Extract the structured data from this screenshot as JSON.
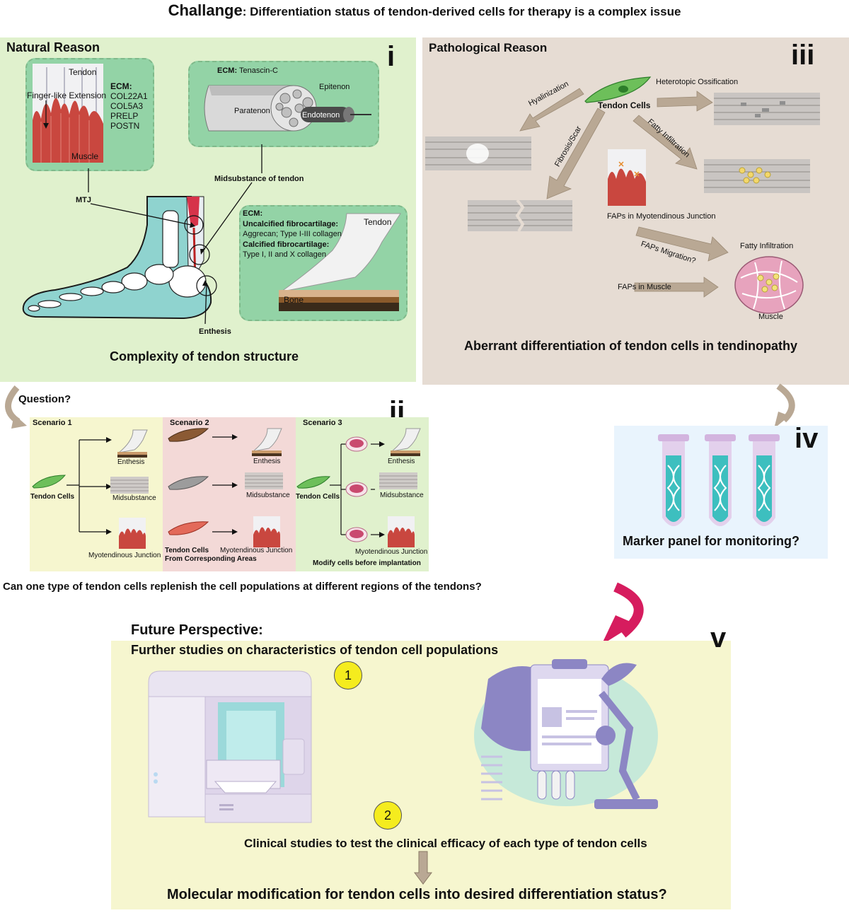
{
  "header": {
    "title_bold": "Challange",
    "title_rest": ": Differentiation status of tendon-derived cells for therapy is a complex issue"
  },
  "panel_i": {
    "roman": "i",
    "title": "Natural Reason",
    "inset1": {
      "tendon": "Tendon",
      "finger": "Finger-like Extension",
      "muscle": "Muscle",
      "ecm_head": "ECM:",
      "ecm_items": [
        "COL22A1",
        "COL5A3",
        "PRELP",
        "POSTN"
      ]
    },
    "inset2": {
      "ecm_head": "ECM:",
      "ecm_value": " Tenascin-C",
      "epitenon": "Epitenon",
      "paratenon": "Paratenon",
      "endotenon": "Endotenon"
    },
    "inset3": {
      "ecm_head": "ECM:",
      "uncalc": "Uncalcified fibrocartilage:",
      "uncalc_v": "Aggrecan; Type I-III collagen",
      "calc": "Calcified fibrocartilage:",
      "calc_v": "Type I, II and X collagen",
      "tendon": "Tendon",
      "bone": "Bone"
    },
    "mtj": "MTJ",
    "midsubstance": "Midsubstance of tendon",
    "enthesis": "Enthesis",
    "caption": "Complexity of tendon structure"
  },
  "panel_iii": {
    "roman": "iii",
    "title": "Pathological Reason",
    "tendon_cells": "Tendon Cells",
    "hetero": "Heterotopic Ossification",
    "hyal": "Hyalinization",
    "fibrosis": "Fibrosis/Scar",
    "fatty": "Fatty Infiltration",
    "faps_mtj": "FAPs in Myotendinous Junction",
    "faps_mig": "FAPs Migration?",
    "fatty2": "Fatty Infiltration",
    "faps_muscle": "FAPs in Muscle",
    "muscle": "Muscle",
    "caption": "Aberrant differentiation of tendon cells in tendinopathy"
  },
  "panel_ii": {
    "roman": "ii",
    "question": "Question?",
    "s1": {
      "title": "Scenario 1",
      "cells": "Tendon Cells",
      "enthesis": "Enthesis",
      "mid": "Midsubstance",
      "mtj": "Myotendinous Junction"
    },
    "s2": {
      "title": "Scenario 2",
      "enthesis": "Enthesis",
      "mid": "Midsubstance",
      "mtj": "Myotendinous Junction",
      "cells1": "Tendon Cells",
      "cells2": "From Corresponding Areas"
    },
    "s3": {
      "title": "Scenario 3",
      "cells": "Tendon Cells",
      "enthesis": "Enthesis",
      "mid": "Midsubstance",
      "mtj": "Myotendinous Junction",
      "modify": "Modify cells before implantation"
    },
    "bottom_q": "Can one type of tendon cells replenish the cell populations at different regions of the tendons?"
  },
  "panel_iv": {
    "roman": "iv",
    "caption": "Marker panel for monitoring?"
  },
  "panel_v": {
    "roman": "v",
    "title_bold": "Future Perspective",
    "title_colon": ":",
    "sub": "Further studies on characteristics of tendon cell populations",
    "n1": "1",
    "n2": "2",
    "clinical": "Clinical studies to test the clinical efficacy of each type of tendon cells",
    "molecular": "Molecular modification for tendon cells into desired differentiation status?"
  },
  "colors": {
    "green_panel": "#e0f1cd",
    "tan_panel": "#e6dcd3",
    "yellow_panel": "#f6f6cf",
    "muscle_red": "#c9473f",
    "arrow_tan": "#b9a894",
    "magenta_arrow": "#d61c5e",
    "blue_panel": "#e9f4fd"
  }
}
